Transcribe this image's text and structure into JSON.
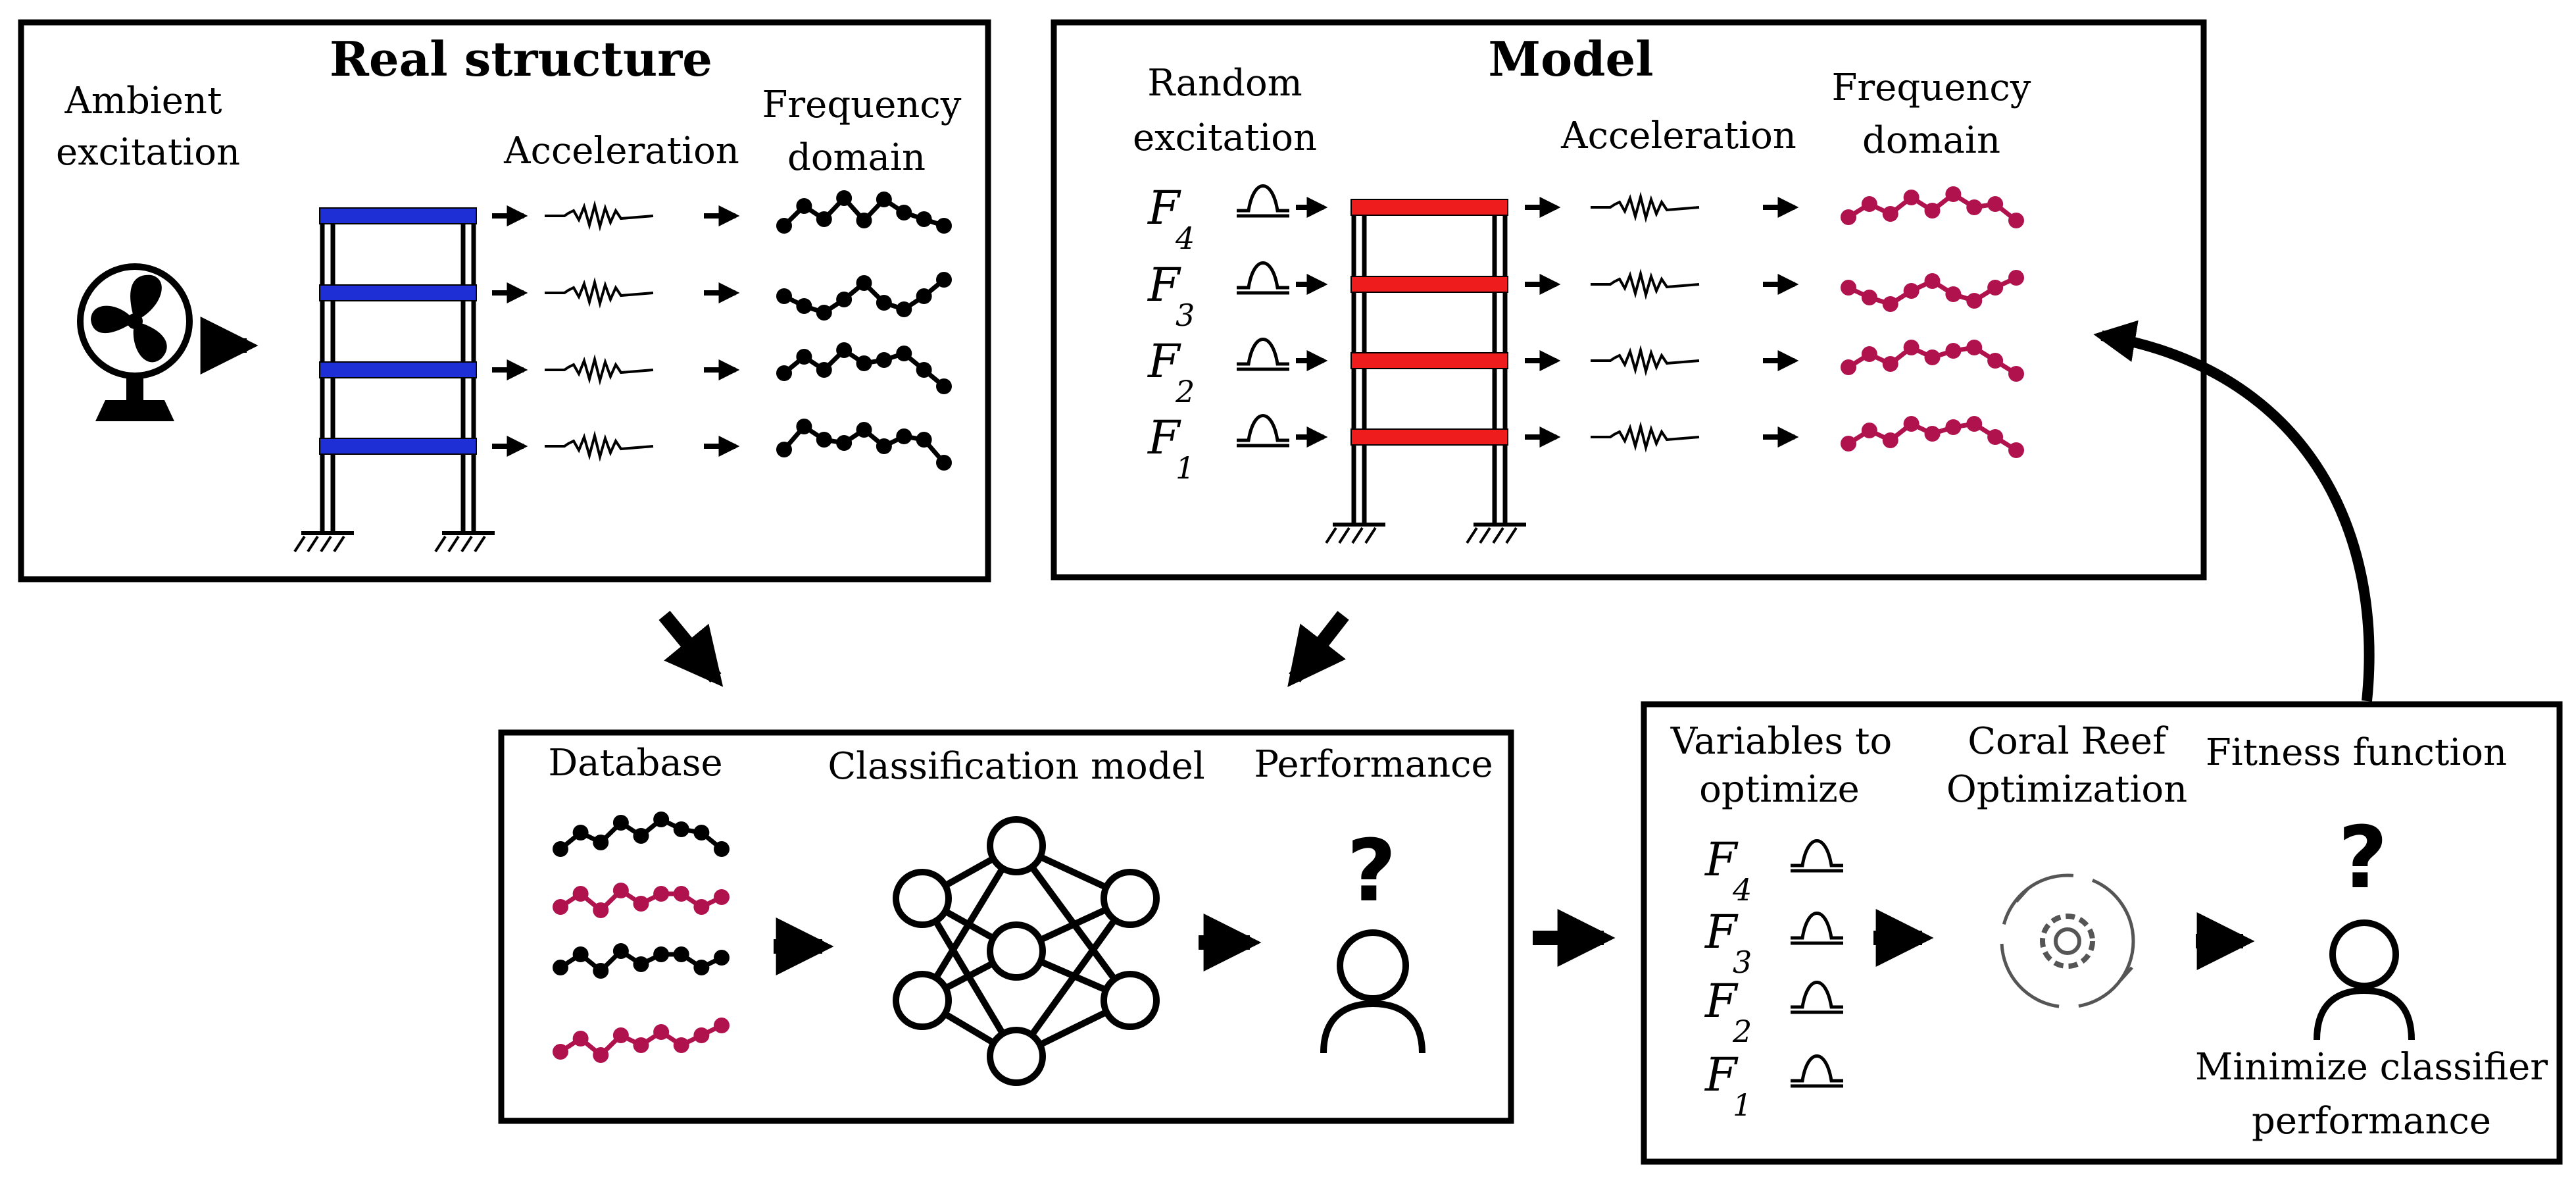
{
  "real_structure": {
    "title": "Real structure",
    "excitation_line1": "Ambient",
    "excitation_line2": "excitation",
    "acceleration": "Acceleration",
    "freq_line1": "Frequency",
    "freq_line2": "domain"
  },
  "model": {
    "title": "Model",
    "excitation_line1": "Random",
    "excitation_line2": "excitation",
    "acceleration": "Acceleration",
    "freq_line1": "Frequency",
    "freq_line2": "domain",
    "forces": [
      {
        "letter": "F",
        "sub": "4"
      },
      {
        "letter": "F",
        "sub": "3"
      },
      {
        "letter": "F",
        "sub": "2"
      },
      {
        "letter": "F",
        "sub": "1"
      }
    ]
  },
  "classification": {
    "database": "Database",
    "model_label": "Classification model",
    "performance": "Performance",
    "question": "?"
  },
  "optimization": {
    "variables_line1": "Variables to",
    "variables_line2": "optimize",
    "cro_line1": "Coral Reef",
    "cro_line2": "Optimization",
    "fitness": "Fitness function",
    "question": "?",
    "minimize_line1": "Minimize classifier",
    "minimize_line2": "performance",
    "forces": [
      {
        "letter": "F",
        "sub": "4"
      },
      {
        "letter": "F",
        "sub": "3"
      },
      {
        "letter": "F",
        "sub": "2"
      },
      {
        "letter": "F",
        "sub": "1"
      }
    ]
  },
  "colors": {
    "real_floor": "#1f2fd6",
    "model_floor": "#ee1c1c",
    "model_curve": "#b0124e",
    "black": "#000000"
  },
  "icons": [
    "fan-icon",
    "neural-network-icon",
    "person-icon",
    "gear-cycle-icon",
    "pulse-icon",
    "arrow-icon"
  ]
}
